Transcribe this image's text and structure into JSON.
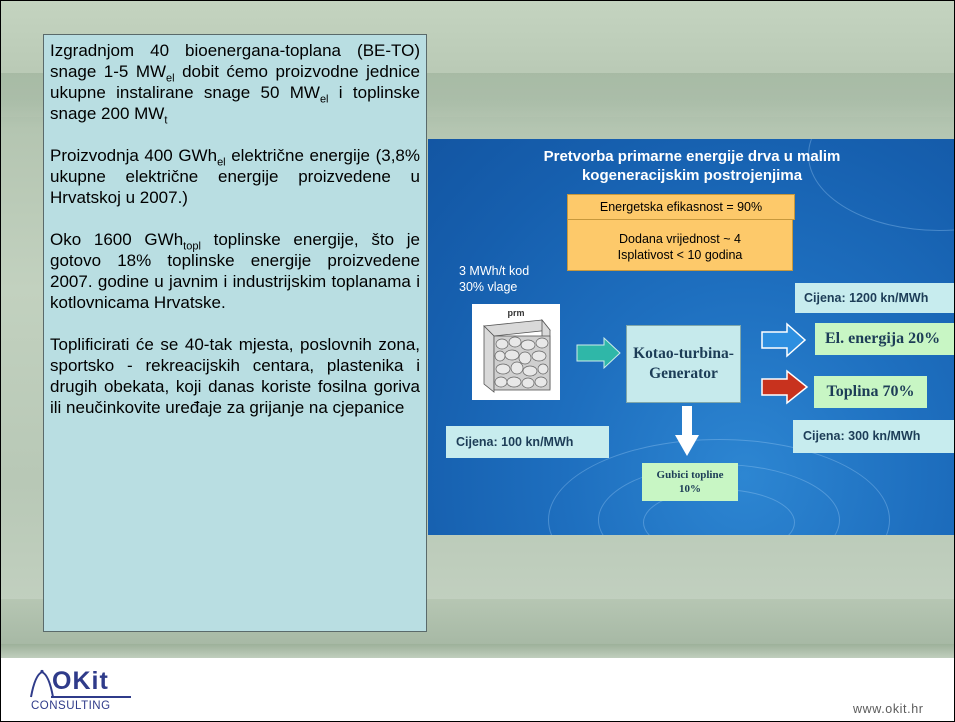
{
  "text_box": {
    "p1": {
      "a": "Izgradnjom 40 bioenergana-toplana (BE-TO) snage 1-5 MW",
      "sub1": "el",
      "b": " dobit ćemo proizvodne jednice ukupne instalirane snage 50 MW",
      "sub2": "el",
      "c": " i toplinske snage 200 MW",
      "sub3": "t"
    },
    "p2": {
      "a": "Proizvodnja 400 GWh",
      "sub1": "el",
      "b": " električne energije (3,8% ukupne električne energije proizvedene u Hrvatskoj u 2007.)"
    },
    "p3": {
      "a": "Oko 1600 GWh",
      "sub1": "topl",
      "b": " toplinske energije, što je gotovo 18% toplinske energije proizvedene 2007. godine u javnim i industrijskim toplanama i kotlovnicama Hrvatske."
    },
    "p4": "Toplificirati će se 40-tak mjesta, poslovnih zona, sportsko - rekreacijskih centara, plastenika i drugih obekata, koji danas koriste fosilna goriva ili neučinkovite uređaje za grijanje na cjepanice"
  },
  "diagram": {
    "title_line1": "Pretvorba primarne energije drva u malim",
    "title_line2": "kogeneracijskim postrojenjima",
    "efficiency": "Energetska efikasnost = 90%",
    "added_value": "Dodana vrijednost ~ 4",
    "payback": "Isplativost < 10 godina",
    "wood_note_line1": "3 MWh/t kod",
    "wood_note_line2": "30% vlage",
    "wood_label": "prm",
    "turbine_line1": "Kotao-turbina-",
    "turbine_line2": "Generator",
    "price_input": "Cijena: 100 kn/MWh",
    "price_electricity": "Cijena:  1200 kn/MWh",
    "price_heat": "Cijena:  300 kn/MWh",
    "output_electricity": "El. energija 20%",
    "output_heat": "Toplina 70%",
    "loss_line1": "Gubici topline",
    "loss_line2": "10%"
  },
  "footer": {
    "logo_main": "OKit",
    "logo_sub": "CONSULTING",
    "url": "www.okit.hr"
  },
  "colors": {
    "text_box_bg": "#b9dee2",
    "panel_blue": "#1e6fbf",
    "orange_box": "#fdc96a",
    "green_box": "#c8f6c4",
    "light_box": "#c7ecee",
    "arrow_teal": "#2fb7a8",
    "arrow_blue": "#2d8fe0",
    "arrow_red": "#c8321e",
    "logo_blue": "#2f3b8a"
  }
}
